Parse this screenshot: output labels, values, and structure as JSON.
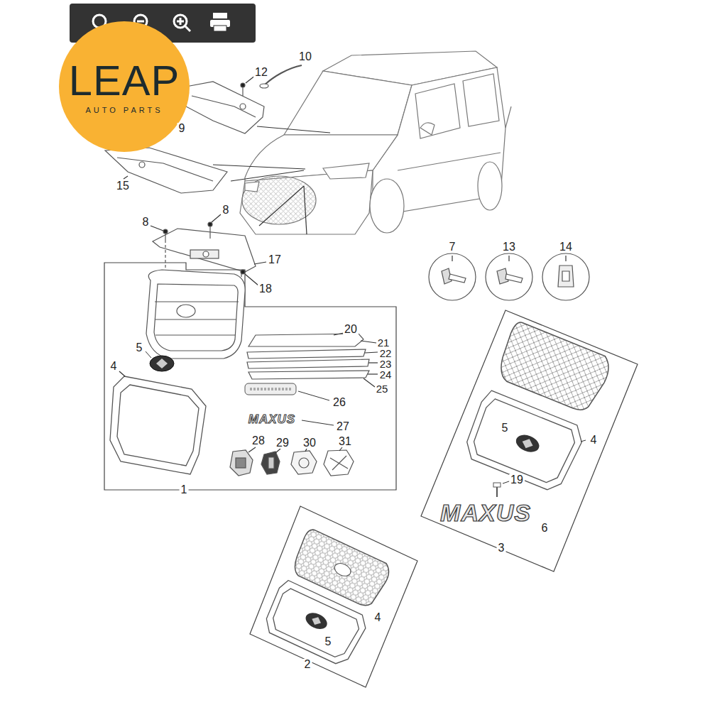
{
  "diagram": {
    "nodes": [
      {
        "text": [
          "LEAP",
          "AUTO PARTS"
        ]
      }
    ],
    "labels": [
      "12",
      "10",
      "9",
      "15",
      "8",
      "8",
      "17",
      "18",
      "7",
      "13",
      "14",
      "20",
      "21",
      "22",
      "23",
      "5",
      "24",
      "4",
      "25",
      "26",
      "MAXUS",
      "27",
      "28",
      "29",
      "30",
      "31",
      "1",
      "5",
      "4",
      "19",
      "MAXUS",
      "6",
      "3",
      "4",
      "5",
      "2"
    ]
  }
}
